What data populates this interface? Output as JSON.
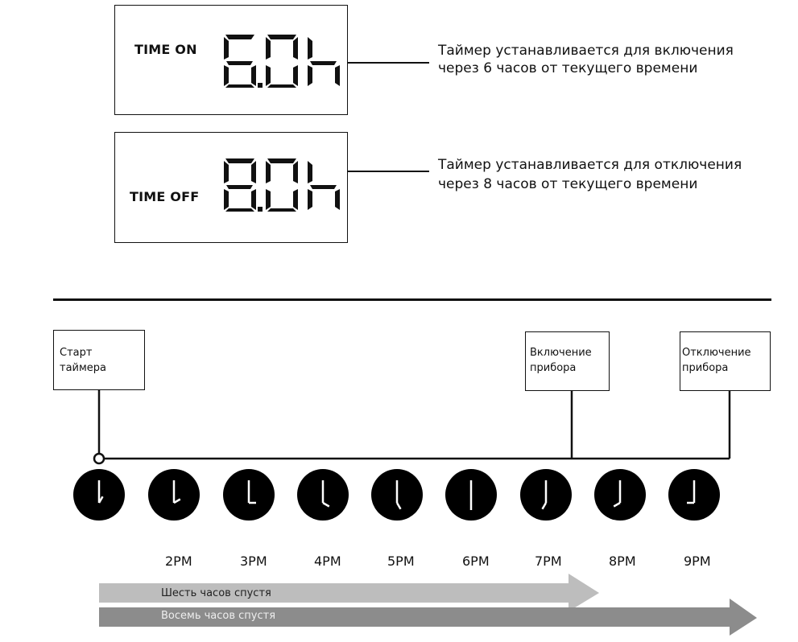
{
  "panels": [
    {
      "label": "TIME ON",
      "reading": "6.0h",
      "note_line1": "Таймер устанавливается для включения",
      "note_line2": "через 6 часов от текущего времени"
    },
    {
      "label": "TIME OFF",
      "reading": "8.0h",
      "note_line1": "Таймер устанавливается для отключения",
      "note_line2": "через 8 часов от текущего времени"
    }
  ],
  "markers": {
    "start": "Старт\nтаймера",
    "on": "Включение\nприбора",
    "off": "Отключение\nприбора"
  },
  "timeline": {
    "clock_hours": [
      "1PM",
      "2PM",
      "3PM",
      "4PM",
      "5PM",
      "6PM",
      "7PM",
      "8PM",
      "9PM"
    ],
    "labels": [
      "2PM",
      "3PM",
      "4PM",
      "5PM",
      "6PM",
      "7PM",
      "8PM",
      "9PM"
    ]
  },
  "arrows": {
    "six": {
      "label": "Шесть часов спустя",
      "hours": 6,
      "color": "#bdbdbd"
    },
    "eight": {
      "label": "Восемь часов спустя",
      "hours": 8,
      "color": "#8c8c8c"
    }
  },
  "colors": {
    "ink": "#111111",
    "clock_face": "#000000",
    "hands": "#ffffff"
  }
}
